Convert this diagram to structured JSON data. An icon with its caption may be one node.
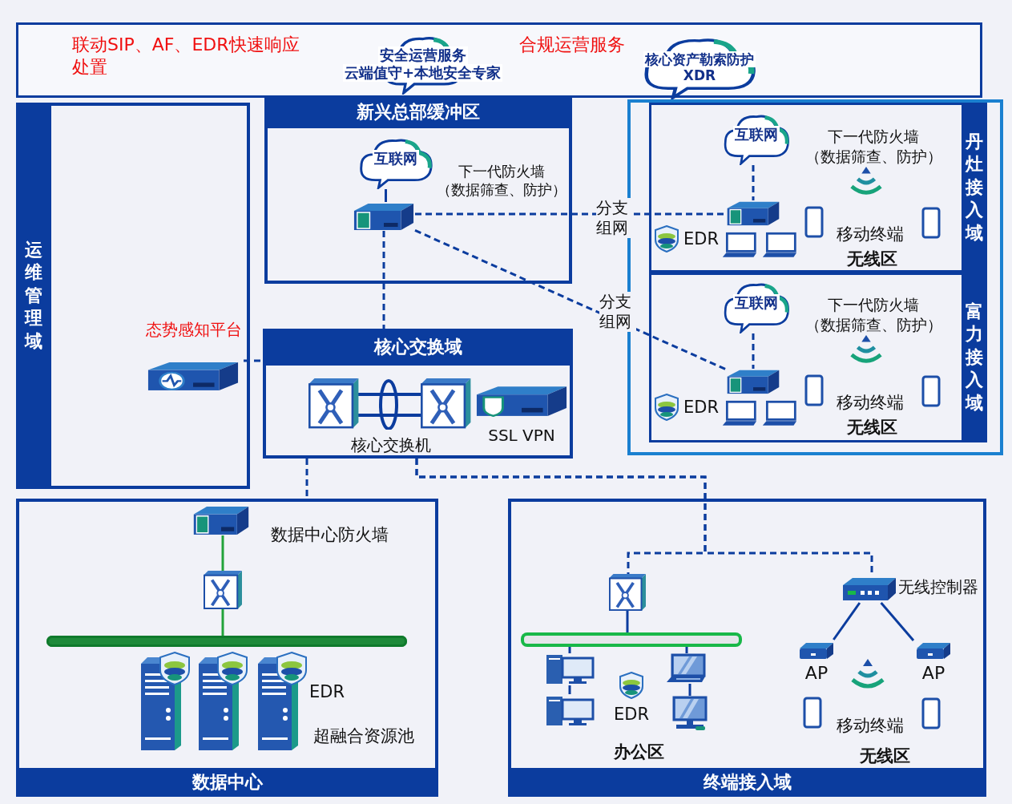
{
  "diagram": {
    "nodes": [
      {
        "text": [
          "联动SIP、AF、EDR快速响应处置",
          "合规运营服务"
        ]
      },
      {
        "text": [
          "安全运营服务",
          "云端值守+本地安全专家"
        ],
        "in": 0
      },
      {
        "text": [
          "核心资产勒索防护",
          "XDR"
        ],
        "in": 0
      },
      {
        "text": [
          "运维管理域"
        ]
      },
      {
        "text": [
          "态势感知平台"
        ],
        "in": 3
      },
      {
        "text": [
          "新兴总部缓冲区"
        ]
      },
      {
        "text": [
          "互联网"
        ],
        "in": 5
      },
      {
        "text": [],
        "shape": "picture",
        "in": 5
      },
      {
        "text": [
          "核心交换域"
        ]
      },
      {
        "text": [
          "核心交换机"
        ],
        "in": 8
      },
      {
        "text": [
          "SSL VPN"
        ],
        "in": 8
      },
      {
        "text": [],
        "shape": "box"
      },
      {
        "text": [
          "丹灶接入域"
        ],
        "in": 11
      },
      {
        "text": [
          "互联网"
        ],
        "in": 12
      },
      {
        "text": [],
        "shape": "picture",
        "in": 12
      },
      {
        "text": [
          "富力接入域"
        ],
        "in": 11
      },
      {
        "text": [
          "互联网"
        ],
        "in": 15
      },
      {
        "text": [],
        "shape": "picture",
        "in": 15
      },
      {
        "text": [
          "数据中心"
        ]
      },
      {
        "text": [],
        "shape": "picture",
        "beside": [
          "数据中心防火墙"
        ],
        "in": 18
      },
      {
        "text": [],
        "shape": "picture",
        "in": 18
      },
      {
        "text": [],
        "shape": "bar",
        "in": 18
      },
      {
        "text": [
          "终端接入域"
        ]
      },
      {
        "text": [],
        "shape": "picture",
        "in": 22
      },
      {
        "text": [],
        "shape": "bar",
        "in": 22
      },
      {
        "text": [],
        "shape": "picture",
        "in": 22
      },
      {
        "text": [],
        "shape": "picture",
        "in": 22
      },
      {
        "text": [],
        "shape": "picture",
        "in": 22
      },
      {
        "text": [],
        "shape": "picture",
        "in": 22
      },
      {
        "text": [],
        "shape": "picture",
        "beside": [
          "无线控制器"
        ],
        "in": 22
      },
      {
        "text": [
          "AP"
        ],
        "in": 22
      },
      {
        "text": [
          "AP"
        ],
        "in": 22
      }
    ],
    "edges": [
      {
        "from": 6,
        "to": 7,
        "arrow": "none"
      },
      {
        "from": 7,
        "to": 8,
        "arrow": "none",
        "style": "dashed"
      },
      {
        "from": 7,
        "to": 14,
        "arrow": "none",
        "style": "dashed",
        "label": "分支组网"
      },
      {
        "from": 7,
        "to": 17,
        "arrow": "none",
        "style": "dashed",
        "label": "分支组网"
      },
      {
        "from": 13,
        "to": 14,
        "arrow": "none",
        "style": "dashed"
      },
      {
        "from": 16,
        "to": 17,
        "arrow": "none",
        "style": "dashed"
      },
      {
        "from": 4,
        "to": 8,
        "arrow": "none",
        "style": "dashed"
      },
      {
        "from": 8,
        "to": 18,
        "arrow": "none",
        "style": "dashed"
      },
      {
        "from": 8,
        "to": 23,
        "arrow": "none",
        "style": "dashed"
      },
      {
        "from": 8,
        "to": 29,
        "arrow": "none",
        "style": "dashed"
      },
      {
        "from": 19,
        "to": 20,
        "arrow": "none",
        "color": "#22a33a"
      },
      {
        "from": 20,
        "to": 21,
        "arrow": "none",
        "color": "#22a33a"
      },
      {
        "from": 23,
        "to": 24,
        "arrow": "none"
      },
      {
        "from": 24,
        "to": 25,
        "arrow": "none"
      },
      {
        "from": 25,
        "to": 26,
        "arrow": "none"
      },
      {
        "from": 24,
        "to": 27,
        "arrow": "none"
      },
      {
        "from": 27,
        "to": 28,
        "arrow": "none"
      },
      {
        "from": 29,
        "to": 30,
        "arrow": "none"
      },
      {
        "from": 29,
        "to": 31,
        "arrow": "none"
      }
    ],
    "labels": [
      "下一代防火墙（数据筛查、防护）",
      "下一代防火墙（数据筛查、防护）",
      "移动终端",
      "EDR",
      "无线区",
      "下一代防火墙（数据筛查、防护）",
      "移动终端",
      "EDR",
      "无线区",
      "EDR",
      "超融合资源池",
      "EDR",
      "办公区",
      "移动终端",
      "无线区"
    ]
  }
}
